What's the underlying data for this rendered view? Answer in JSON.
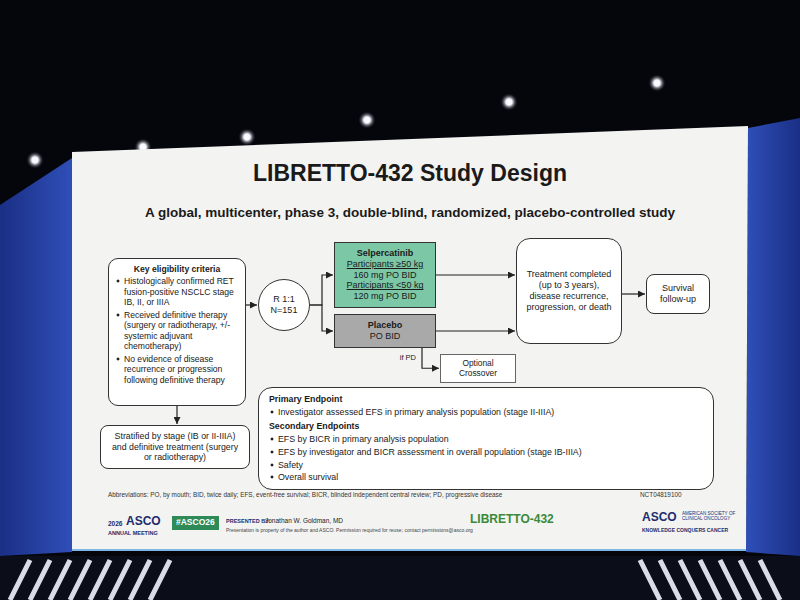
{
  "diagram": {
    "title": "LIBRETTO-432 Study Design",
    "nodes": [
      {
        "text": [
          "Key eligibility criteria",
          "Histologically confirmed RET fusion-positive NSCLC stage IB, II, or IIIA",
          "Received definitive therapy (surgery or radiotherapy, +/- systemic adjuvant chemotherapy)",
          "No evidence of disease recurrence or progression following definitive therapy"
        ]
      },
      {
        "text": [
          "Stratified by stage (IB or II-IIIA) and definitive treatment (surgery or radiotherapy)"
        ]
      },
      {
        "text": [
          "R 1:1",
          "N=151"
        ]
      },
      {
        "text": [
          "Selpercatinib",
          "Participants ≥50 kg",
          "160 mg PO BID",
          "Participants <50 kg",
          "120 mg PO BID"
        ]
      },
      {
        "text": [
          "Placebo",
          "PO BID"
        ]
      },
      {
        "text": [
          "Optional Crossover"
        ]
      },
      {
        "text": [
          "Treatment completed (up to 3 years), disease recurrence, progression, or death"
        ]
      },
      {
        "text": [
          "Survival follow-up"
        ]
      },
      {
        "text": [
          "Primary Endpoint",
          "Investigator assessed EFS in primary analysis population (stage II-IIIA)",
          "Secondary Endpoints",
          "EFS by BICR in primary analysis population",
          "EFS by investigator and BICR assessment in overall population (stage IB-IIIA)",
          "Safety",
          "Overall survival"
        ]
      }
    ],
    "edges": [
      {
        "from": 0,
        "to": 1,
        "arrow": "to"
      },
      {
        "from": 0,
        "to": 2,
        "arrow": "to"
      },
      {
        "from": 2,
        "to": 3,
        "arrow": "to"
      },
      {
        "from": 2,
        "to": 4,
        "arrow": "to"
      },
      {
        "from": 3,
        "to": 6,
        "arrow": "to"
      },
      {
        "from": 4,
        "to": 6,
        "arrow": "to"
      },
      {
        "from": 4,
        "to": 5,
        "label": "if PD",
        "arrow": "to"
      },
      {
        "from": 6,
        "to": 7,
        "arrow": "to"
      }
    ],
    "labels": [
      "A global, multicenter, phase 3, double-blind, randomized, placebo-controlled study",
      "Abbreviations: PO, by mouth; BID, twice daily; EFS, event-free survival; BICR, blinded independent central review; PD, progressive disease",
      "NCT04819100",
      "2026",
      "ASCO",
      "ANNUAL MEETING",
      "#ASCO26",
      "PRESENTED BY:",
      "Jonathan W. Goldman, MD",
      "Presentation is property of the author and ASCO. Permission required for reuse; contact permissions@asco.org",
      "LIBRETTO-432",
      "ASCO",
      "AMERICAN SOCIETY OF CLINICAL ONCOLOGY",
      "KNOWLEDGE CONQUERS CANCER"
    ]
  }
}
